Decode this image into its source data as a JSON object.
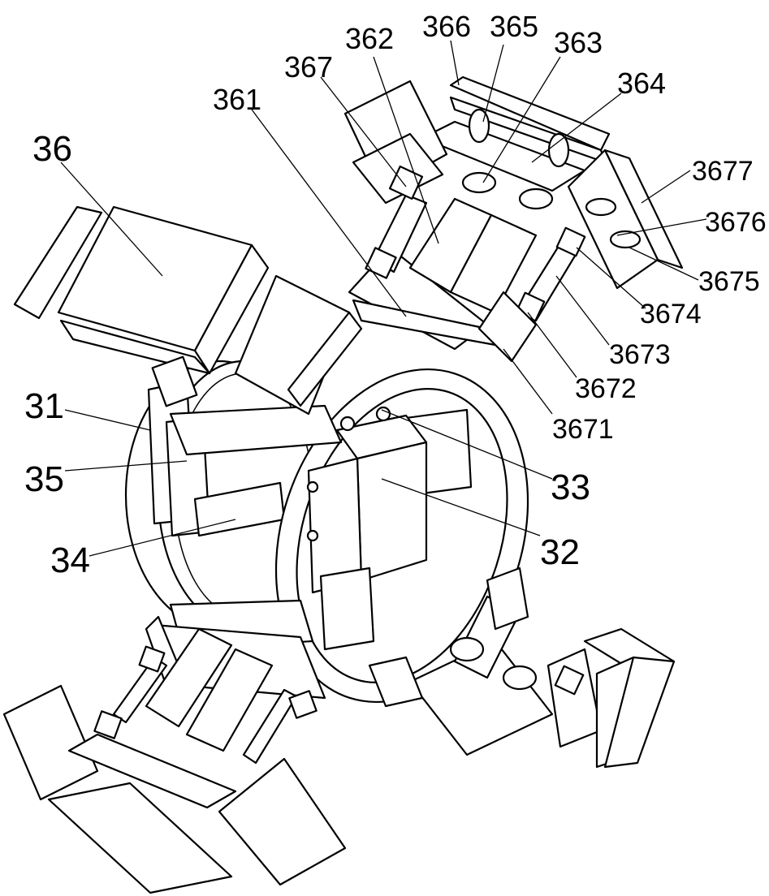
{
  "labels": {
    "l36": "36",
    "l31": "31",
    "l35": "35",
    "l34": "34",
    "l361": "361",
    "l367": "367",
    "l362": "362",
    "l366": "366",
    "l365": "365",
    "l363": "363",
    "l364": "364",
    "l3677": "3677",
    "l3676": "3676",
    "l3675": "3675",
    "l3674": "3674",
    "l3673": "3673",
    "l3672": "3672",
    "l3671": "3671",
    "l33": "33",
    "l32": "32"
  }
}
